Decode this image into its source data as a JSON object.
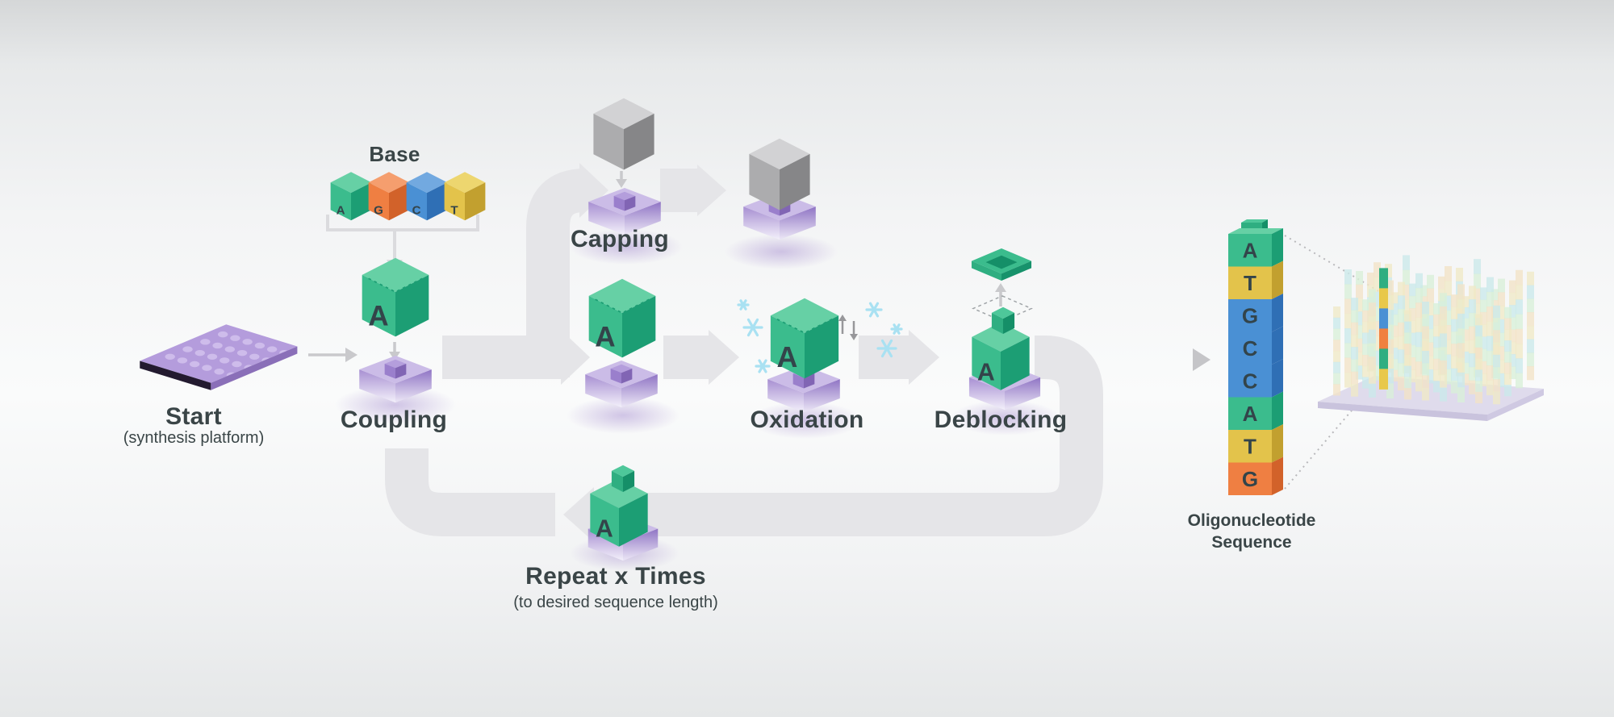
{
  "diagram": {
    "base": {
      "label": "Base",
      "cubes": [
        {
          "letter": "A",
          "colorway": "green"
        },
        {
          "letter": "G",
          "colorway": "orange"
        },
        {
          "letter": "C",
          "colorway": "blue"
        },
        {
          "letter": "T",
          "colorway": "yellow"
        }
      ]
    },
    "start": {
      "title": "Start",
      "subtitle": "(synthesis platform)"
    },
    "coupling": {
      "label": "Coupling",
      "cube_letter": "A"
    },
    "capping": {
      "label": "Capping"
    },
    "intermediate": {
      "cube_letter": "A"
    },
    "oxidation": {
      "label": "Oxidation",
      "cube_letter": "A"
    },
    "deblocking": {
      "label": "Deblocking",
      "cube_letter": "A"
    },
    "repeat": {
      "title": "Repeat x Times",
      "subtitle": "(to desired sequence length)",
      "cube_letter": "A"
    },
    "sequence": {
      "label_line1": "Oligonucleotide",
      "label_line2": "Sequence",
      "cells": [
        {
          "letter": "A",
          "colorway": "green"
        },
        {
          "letter": "T",
          "colorway": "yellow"
        },
        {
          "letter": "G",
          "colorway": "blue"
        },
        {
          "letter": "C",
          "colorway": "blue"
        },
        {
          "letter": "C",
          "colorway": "blue"
        },
        {
          "letter": "A",
          "colorway": "green"
        },
        {
          "letter": "T",
          "colorway": "yellow"
        },
        {
          "letter": "G",
          "colorway": "orange"
        }
      ]
    }
  },
  "colors": {
    "cubes": {
      "green": {
        "top": "#66D0A5",
        "left": "#3BBC8D",
        "right": "#1C9E74"
      },
      "orange": {
        "top": "#F59E6E",
        "left": "#EF7F42",
        "right": "#D2622A"
      },
      "blue": {
        "top": "#72A9E0",
        "left": "#4A90D4",
        "right": "#2F6FB5"
      },
      "yellow": {
        "top": "#EDD66F",
        "left": "#E3C34B",
        "right": "#C2A02F"
      },
      "gray": {
        "top": "#D2D2D4",
        "left": "#ACACAE",
        "right": "#868688"
      },
      "capgreen": {
        "top": "#4EC79A",
        "left": "#2FAE81",
        "right": "#158F68"
      }
    },
    "platform": {
      "top": "#CBBCE7",
      "bump_top": "#B49EDC",
      "bump_left": "#9A7FCC",
      "bump_right": "#8165B4"
    },
    "letter": "#33444A",
    "band": "#E5E5E8",
    "thin_arrow": "#C9C9CC",
    "bracket": "#DBDBDE",
    "dotted": "#B9B9BC",
    "sparkle": "#A9E1F2",
    "array_pale": [
      "#EFE9C6",
      "#CBE9EA",
      "#D8EFD9",
      "#F2E3C6"
    ],
    "array_highlight": [
      "#2FAE81",
      "#E8C84A",
      "#4A90D4",
      "#F0813F",
      "#2FAE81",
      "#E8C84A"
    ]
  }
}
